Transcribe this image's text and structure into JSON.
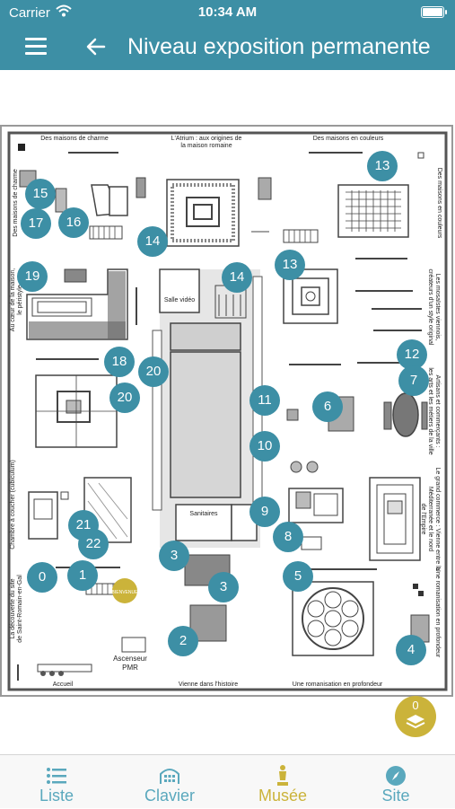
{
  "status": {
    "carrier": "Carrier",
    "time": "10:34 AM"
  },
  "header": {
    "title": "Niveau exposition permanente"
  },
  "map_labels": {
    "maisons_charme_top": "Des maisons de charme",
    "atrium_1": "L'Atrium : aux origines de",
    "atrium_2": "la maison romaine",
    "maisons_couleurs_top": "Des maisons en couleurs",
    "maisons_charme_side": "Des maisons de charme",
    "maisons_couleurs_side": "Des maisons en couleurs",
    "mosaistes_1": "Les mosaïstes viennois,",
    "mosaistes_2": "créateurs d'un style original",
    "coeur_1": "Au cœur de la maison,",
    "coeur_2": "le péristyle",
    "artisans_1": "Artisans et commerçants :",
    "artisans_2": "les arts et les métiers de la ville",
    "chambre": "Chambre à coucher (cubiculum)",
    "commerce_1": "Le grand commerce : Vienne entre la",
    "commerce_2": "Méditerranée et le nord",
    "commerce_3": "de l'Empire",
    "decouverte_1": "La découverte du site",
    "decouverte_2": "de Saint-Romain-en-Gal",
    "romanisation_side": "Une romanisation en profondeur",
    "salle_video": "Salle vidéo",
    "sanitaires": "Sanitaires",
    "ascenseur_1": "Ascenseur",
    "ascenseur_2": "PMR",
    "bienvenue": "BIENVENUE",
    "accueil": "Accueil",
    "vienne_histoire": "Vienne dans l'histoire",
    "romanisation_bottom": "Une romanisation en profondeur"
  },
  "markers": [
    "13",
    "15",
    "17",
    "16",
    "14",
    "14",
    "13",
    "19",
    "18",
    "20",
    "20",
    "12",
    "7",
    "11",
    "6",
    "10",
    "9",
    "21",
    "22",
    "8",
    "3",
    "0",
    "1",
    "3",
    "5",
    "2",
    "4"
  ],
  "layer_button": {
    "count": "0"
  },
  "tabs": [
    {
      "label": "Liste",
      "icon": "list-icon"
    },
    {
      "label": "Clavier",
      "icon": "keypad-icon"
    },
    {
      "label": "Musée",
      "icon": "statue-icon",
      "active": true
    },
    {
      "label": "Site",
      "icon": "compass-icon"
    }
  ],
  "colors": {
    "accent": "#3d8fa5",
    "active_tab": "#cbb33a",
    "tab_inactive": "#5aa8bd"
  }
}
